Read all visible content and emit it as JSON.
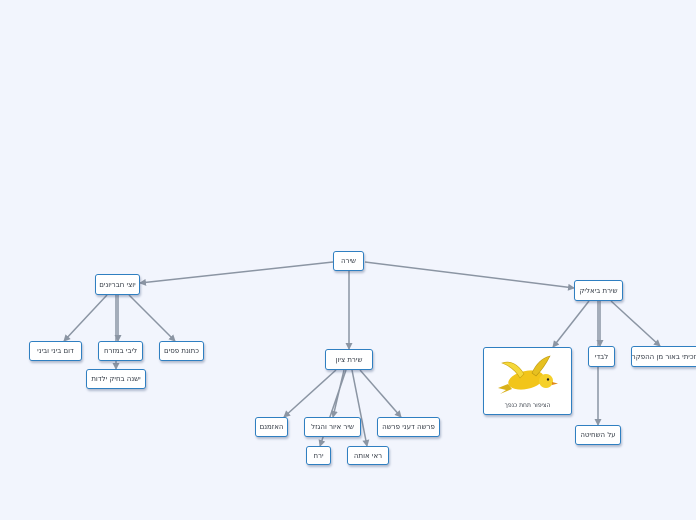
{
  "colors": {
    "background": "#f2f5fd",
    "node_border": "#2f7fc1",
    "edge": "#8b95a3"
  },
  "nodes": {
    "root": "שירה",
    "left_branch": "יוצי חבריונים",
    "left_child_1": "דום ביני וביני",
    "left_child_2": "ליבי במזרח",
    "left_child_3": "ישנה בחיק ילדות",
    "left_child_4": "כתונת פסים",
    "center_branch": "שירת ציון",
    "center_child_1": "האזמנם",
    "center_child_2": "שיר איור והגזל",
    "center_child_3": "ירח",
    "center_child_4": "ראי אותה",
    "center_child_5": "פרשה דעני פרשה",
    "right_branch": "שירת ביאליק",
    "right_image_label": "הציפור תחת כנפך",
    "right_child_2": "לבדי",
    "right_child_3": "על השחיטה",
    "right_child_4": "זכיתי באור מן ההפקר"
  },
  "icons": {
    "bird": "yellow-bird-icon"
  }
}
